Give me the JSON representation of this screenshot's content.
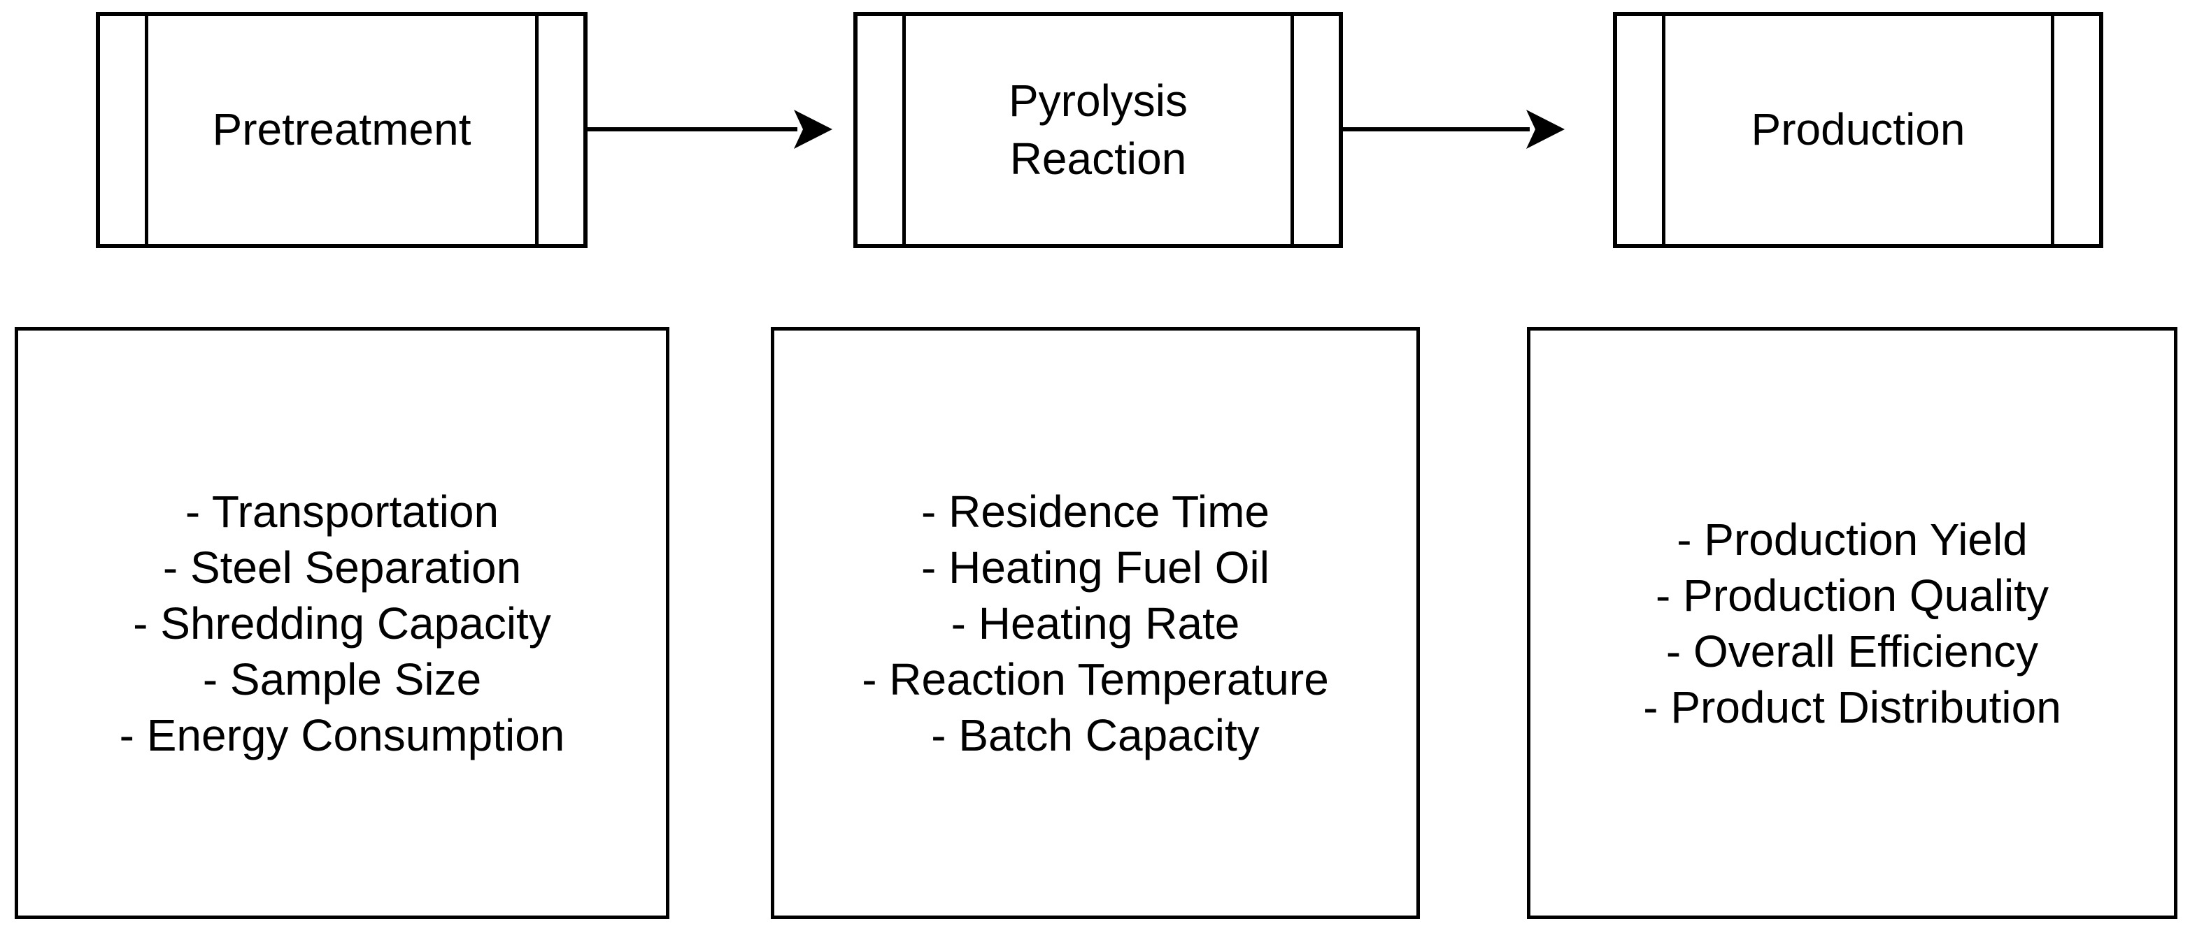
{
  "colors": {
    "stroke": "#000000",
    "background": "#ffffff",
    "text": "#000000"
  },
  "diagram": {
    "stages": [
      {
        "label": "Pretreatment",
        "items": [
          "- Transportation",
          "- Steel Separation",
          "- Shredding Capacity",
          "- Sample Size",
          "- Energy Consumption"
        ]
      },
      {
        "label": "Pyrolysis\nReaction",
        "items": [
          "- Residence Time",
          "- Heating Fuel Oil",
          "- Heating Rate",
          "- Reaction Temperature",
          "- Batch Capacity"
        ]
      },
      {
        "label": "Production",
        "items": [
          "- Production Yield",
          "- Production Quality",
          "- Overall Efficiency",
          "- Product Distribution"
        ]
      }
    ]
  }
}
